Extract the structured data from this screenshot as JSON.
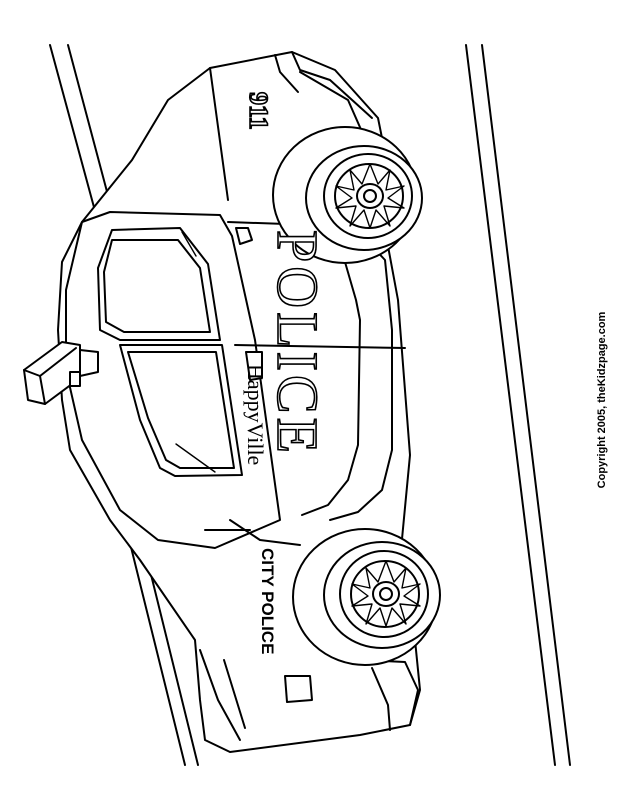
{
  "car": {
    "door_top_text": "HappyVille",
    "door_main_text": "POLICE",
    "rear_text": "CITY POLICE",
    "hood_text": "911"
  },
  "copyright": "Copyright 2005, theKidzpage.com",
  "icons": {
    "car": "police-car-icon",
    "light": "siren-light-icon",
    "wheel": "wheel-icon"
  },
  "colors": {
    "line": "#000000",
    "background": "#ffffff"
  }
}
